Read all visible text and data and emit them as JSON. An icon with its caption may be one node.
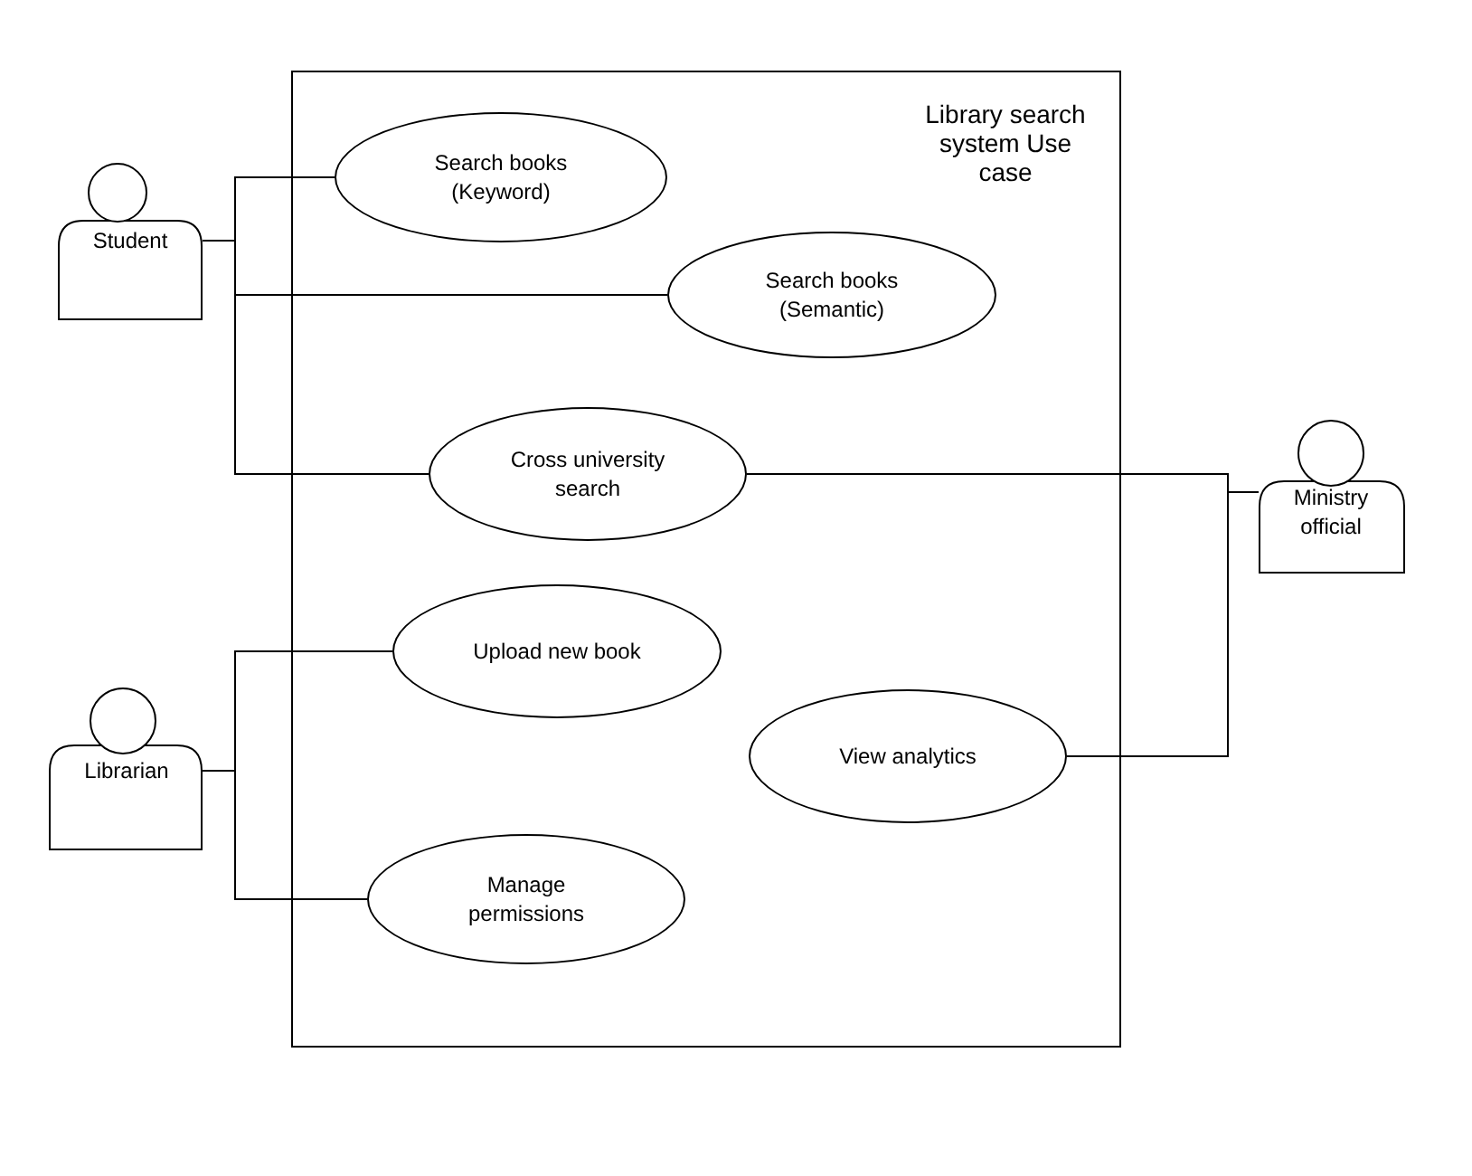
{
  "diagram": {
    "nodes": [
      {
        "text": [
          "Library search system Use case"
        ]
      },
      {
        "text": [
          "Student"
        ]
      },
      {
        "text": [
          "Search books (Keyword)"
        ],
        "in": 0
      },
      {
        "text": [
          "Search books (Semantic)"
        ],
        "in": 0
      },
      {
        "text": [
          "Cross university search"
        ],
        "in": 0
      },
      {
        "text": [
          "Upload new book"
        ],
        "in": 0
      },
      {
        "text": [
          "View analytics"
        ],
        "in": 0
      },
      {
        "text": [
          "Manage permissions"
        ],
        "in": 0
      },
      {
        "text": [
          "Librarian"
        ]
      },
      {
        "text": [
          "Ministry official"
        ]
      }
    ],
    "edges": [
      {
        "from": 1,
        "to": 2,
        "arrow": "none"
      },
      {
        "from": 1,
        "to": 3,
        "arrow": "none"
      },
      {
        "from": 1,
        "to": 4,
        "arrow": "none"
      },
      {
        "from": 9,
        "to": 4,
        "arrow": "none"
      },
      {
        "from": 8,
        "to": 5,
        "arrow": "none"
      },
      {
        "from": 9,
        "to": 6,
        "arrow": "none"
      },
      {
        "from": 8,
        "to": 7,
        "arrow": "none"
      }
    ]
  }
}
